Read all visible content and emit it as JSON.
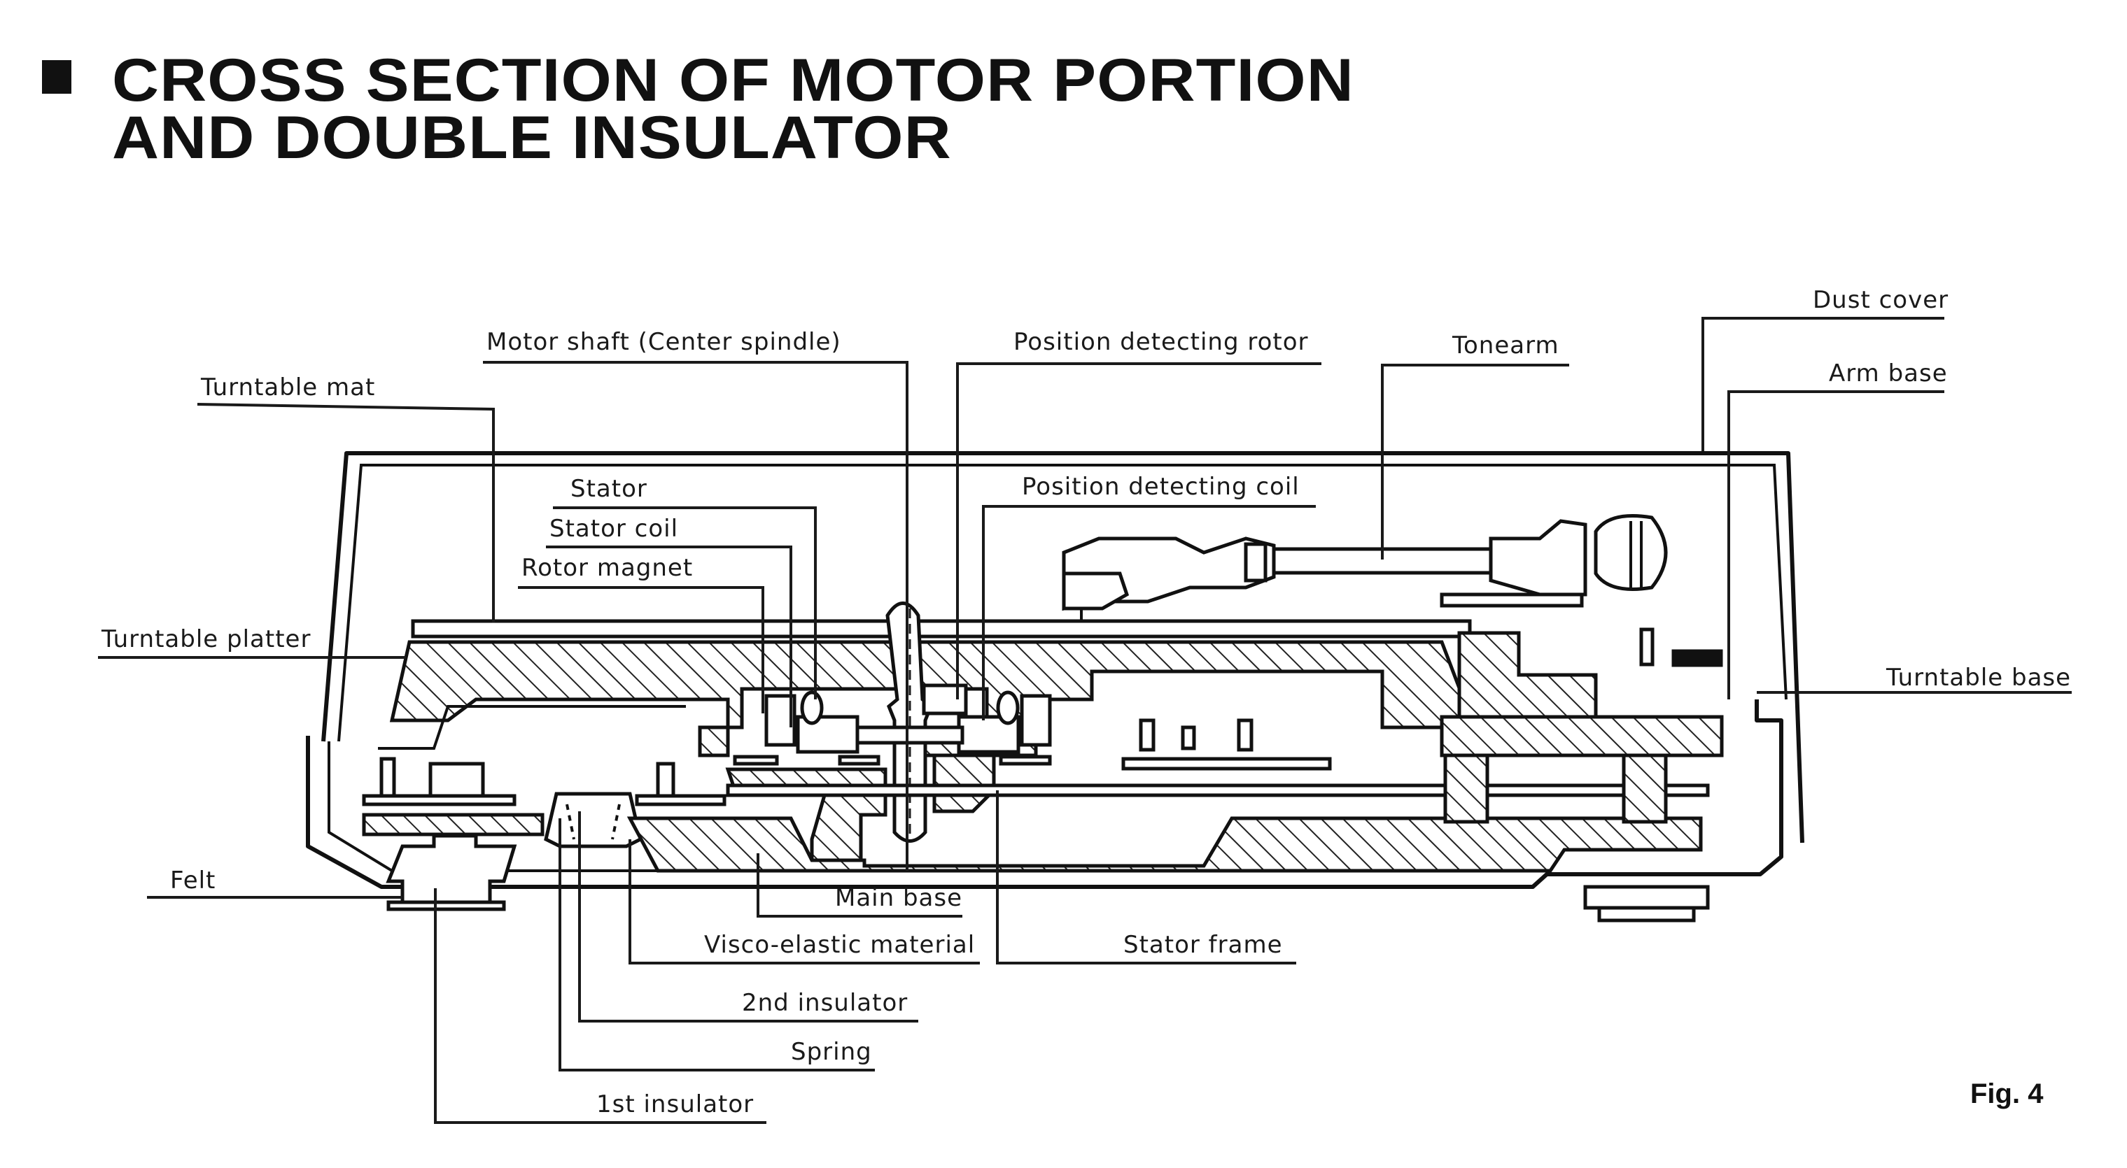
{
  "title": {
    "line1": "CROSS SECTION OF MOTOR PORTION",
    "line2": "AND DOUBLE INSULATOR"
  },
  "figure_label": "Fig. 4",
  "labels": {
    "motor_shaft": "Motor shaft (Center spindle)",
    "position_detecting_rotor": "Position detecting rotor",
    "tonearm": "Tonearm",
    "dust_cover": "Dust cover",
    "arm_base": "Arm base",
    "turntable_mat": "Turntable mat",
    "stator": "Stator",
    "stator_coil": "Stator coil",
    "rotor_magnet": "Rotor magnet",
    "position_detecting_coil": "Position detecting coil",
    "turntable_platter": "Turntable platter",
    "turntable_base": "Turntable base",
    "felt": "Felt",
    "main_base": "Main base",
    "visco_elastic_material": "Visco-elastic material",
    "stator_frame": "Stator frame",
    "second_insulator": "2nd insulator",
    "spring": "Spring",
    "first_insulator": "1st insulator"
  }
}
